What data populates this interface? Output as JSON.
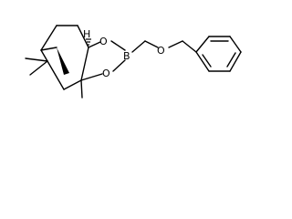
{
  "molecule": {
    "atoms": {
      "ring_o_upper": "O",
      "boron": "B",
      "ring_o_lower": "O",
      "ether_o": "O",
      "stereo_h": "H"
    }
  }
}
